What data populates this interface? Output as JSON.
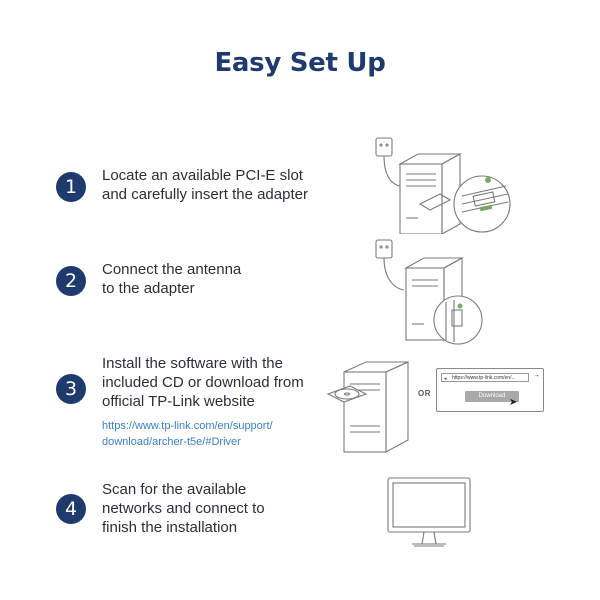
{
  "title": "Easy Set Up",
  "steps": [
    {
      "number": "1",
      "lines": [
        "Locate an available PCI-E slot",
        "and carefully insert the adapter"
      ],
      "illustration_icon": "pc-insert-adapter-icon"
    },
    {
      "number": "2",
      "lines": [
        "Connect the antenna",
        "to the adapter"
      ],
      "illustration_icon": "pc-connect-antenna-icon"
    },
    {
      "number": "3",
      "lines": [
        "Install the software with the",
        "included CD or download from",
        "official TP-Link website"
      ],
      "link_lines": [
        "https://www.tp-link.com/en/support/",
        "download/archer-t5e/#Driver"
      ],
      "illustration_icon": "pc-cd-drive-icon",
      "or_label": "OR",
      "browser": {
        "url": "https://www.tp-link.com/en/...",
        "download_label": "Download"
      }
    },
    {
      "number": "4",
      "lines": [
        "Scan for the available",
        "networks and connect to",
        "finish the installation"
      ],
      "illustration_icon": "monitor-icon"
    }
  ],
  "colors": {
    "title": "#1f3b6e",
    "step_circle": "#1f3b6e",
    "link": "#3c7fc0",
    "text": "#2a2f3a"
  }
}
